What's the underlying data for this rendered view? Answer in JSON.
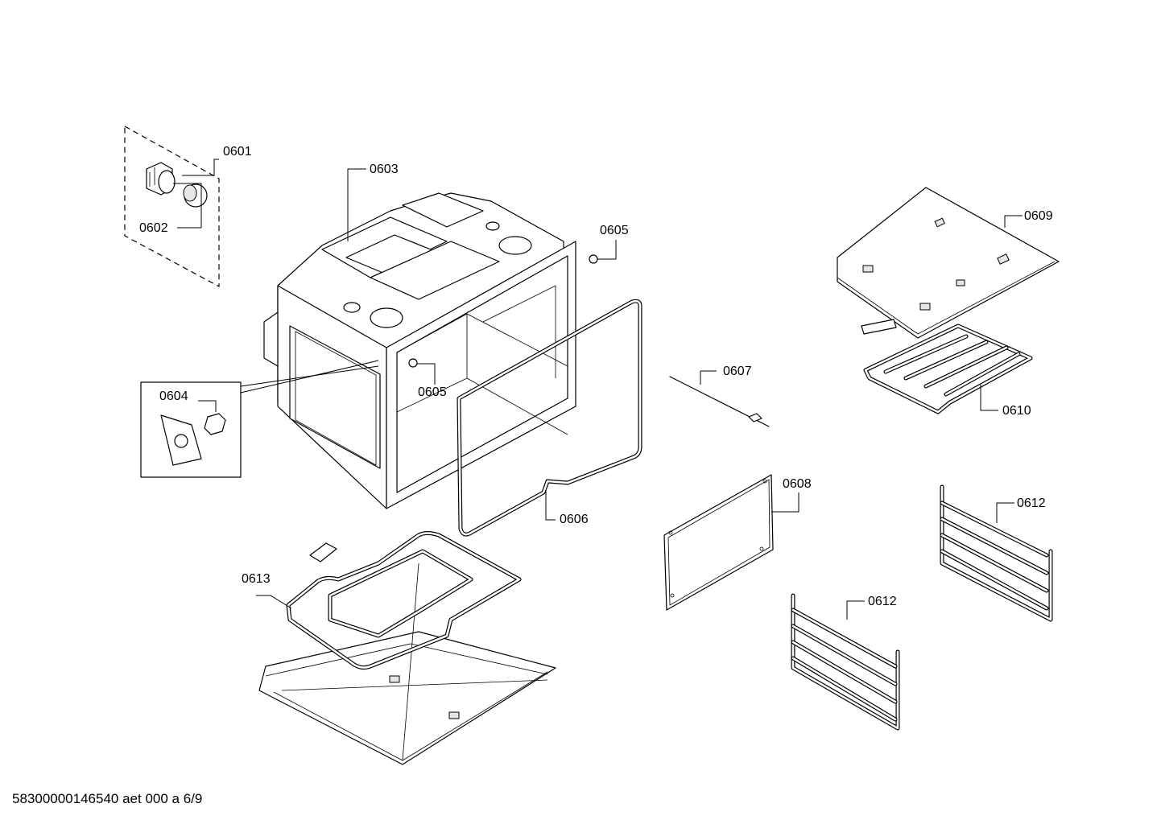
{
  "parts": {
    "p0601": "0601",
    "p0602": "0602",
    "p0603": "0603",
    "p0604": "0604",
    "p0605a": "0605",
    "p0605b": "0605",
    "p0606": "0606",
    "p0607": "0607",
    "p0608": "0608",
    "p0609": "0609",
    "p0610": "0610",
    "p0612a": "0612",
    "p0612b": "0612",
    "p0613": "0613"
  },
  "footer": "58300000146540 aet 000 a 6/9"
}
